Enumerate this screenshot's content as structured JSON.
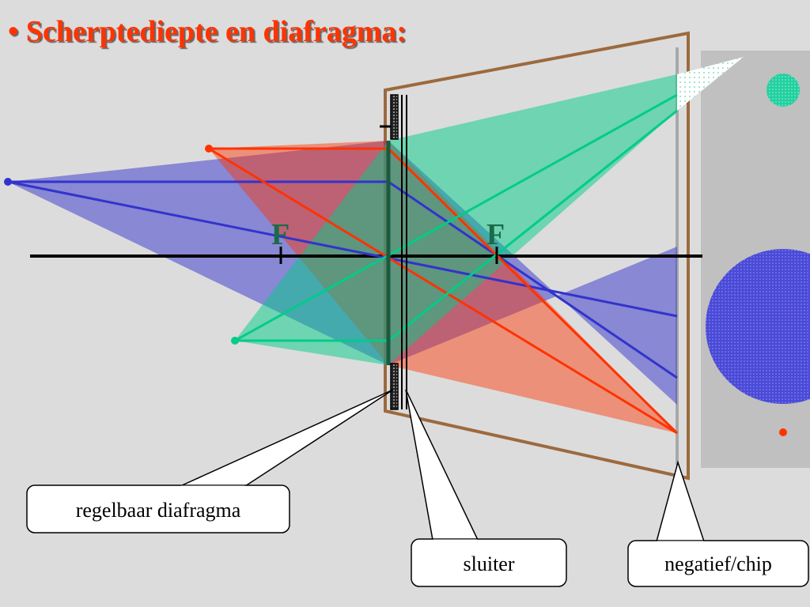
{
  "title": "• Scherptediepte en diafragma:",
  "labels": {
    "focus_left": "F",
    "focus_right": "F",
    "diaphragm": "regelbaar diafragma",
    "shutter": "sluiter",
    "sensor": "negatief/chip"
  },
  "colors": {
    "title": "#ff3300",
    "background": "#dcdcdc",
    "blue_beam": "#3333cc",
    "red_beam": "#ff3300",
    "green_beam": "#00cc88",
    "camera_body": "#9c6a3e",
    "image_panel": "#c0c0c0"
  }
}
